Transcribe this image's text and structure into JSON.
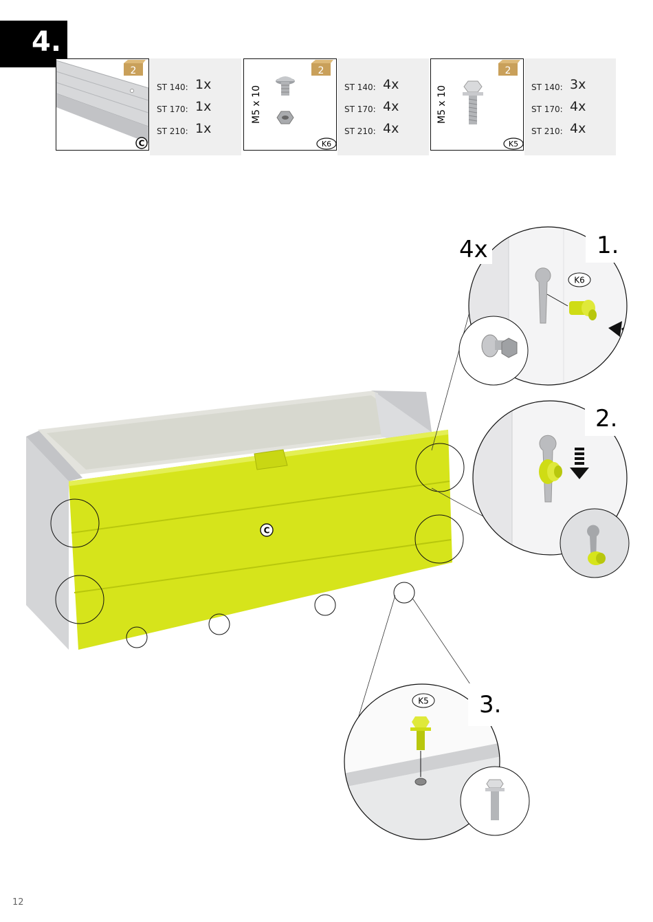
{
  "step": {
    "number": "4."
  },
  "parts": [
    {
      "code": "C",
      "box_count": "2",
      "rows": [
        {
          "label": "ST 140:",
          "qty": "1x"
        },
        {
          "label": "ST 170:",
          "qty": "1x"
        },
        {
          "label": "ST 210:",
          "qty": "1x"
        }
      ]
    },
    {
      "code": "K6",
      "box_count": "2",
      "size": "M5 x 10",
      "rows": [
        {
          "label": "ST 140:",
          "qty": "4x"
        },
        {
          "label": "ST 170:",
          "qty": "4x"
        },
        {
          "label": "ST 210:",
          "qty": "4x"
        }
      ]
    },
    {
      "code": "K5",
      "box_count": "2",
      "size": "M5 x 10",
      "rows": [
        {
          "label": "ST 140:",
          "qty": "3x"
        },
        {
          "label": "ST 170:",
          "qty": "4x"
        },
        {
          "label": "ST 210:",
          "qty": "4x"
        }
      ]
    }
  ],
  "diagram": {
    "panel_label": "C",
    "multiplier": "4x",
    "substeps": [
      {
        "number": "1.",
        "part": "K6"
      },
      {
        "number": "2."
      },
      {
        "number": "3.",
        "part": "K5"
      }
    ]
  },
  "page_number": "12",
  "colors": {
    "accent": "#d6e41b",
    "accent_dark": "#b8c70d",
    "panel_grey": "#d5d6d8",
    "box_gold": "#c9a05a"
  }
}
